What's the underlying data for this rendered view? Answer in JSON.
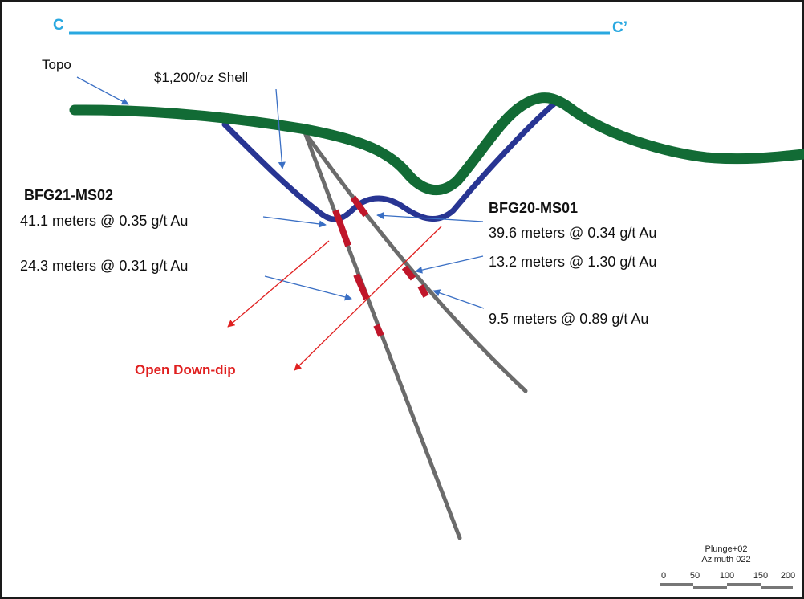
{
  "section": {
    "start_label": "C",
    "end_label": "C’",
    "line_color": "#29a8e0"
  },
  "labels": {
    "topo": "Topo",
    "shell": "$1,200/oz Shell",
    "open_down_dip": "Open Down-dip"
  },
  "holes": {
    "left": {
      "name": "BFG21-MS02",
      "intercepts": [
        "41.1 meters @ 0.35 g/t Au",
        "24.3 meters @ 0.31 g/t Au"
      ]
    },
    "right": {
      "name": "BFG20-MS01",
      "intercepts": [
        "39.6 meters @ 0.34 g/t Au",
        "13.2 meters @ 1.30 g/t Au",
        "9.5 meters @ 0.89 g/t Au"
      ]
    }
  },
  "scale": {
    "plunge": "Plunge+02",
    "azimuth": "Azimuth 022",
    "ticks": [
      "0",
      "50",
      "100",
      "150",
      "200"
    ]
  },
  "colors": {
    "topo": "#126b35",
    "shell": "#283593",
    "drillhole": "#6b6b6b",
    "intercept": "#c0162a",
    "arrow_blue": "#3a6fc4",
    "arrow_red": "#e02020",
    "open_text": "#e02020"
  }
}
